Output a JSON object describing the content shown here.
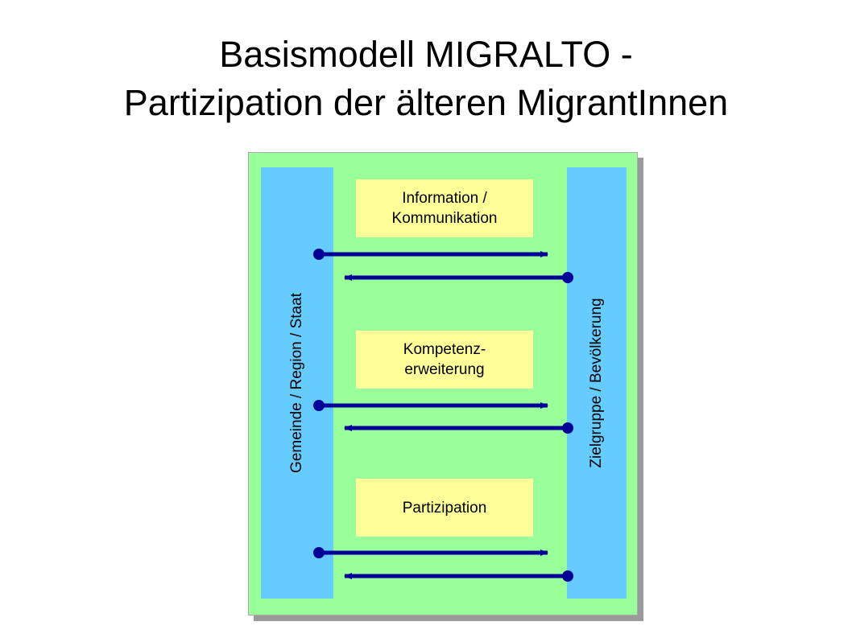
{
  "title": {
    "line1": "Basismodell MIGRALTO -",
    "line2": "Partizipation der älteren MigrantInnen"
  },
  "diagram": {
    "left_pillar": "Gemeinde / Region / Staat",
    "right_pillar": "Zielgruppe / Bevölkerung",
    "boxes": [
      {
        "line1": "Information /",
        "line2": "Kommunikation"
      },
      {
        "line1": "Kompetenz-",
        "line2": "erweiterung"
      },
      {
        "line1": "Partizipation",
        "line2": ""
      }
    ],
    "colors": {
      "frame": "#99ff99",
      "pillar": "#66ccff",
      "box": "#ffff99",
      "arrow": "#000099"
    }
  }
}
